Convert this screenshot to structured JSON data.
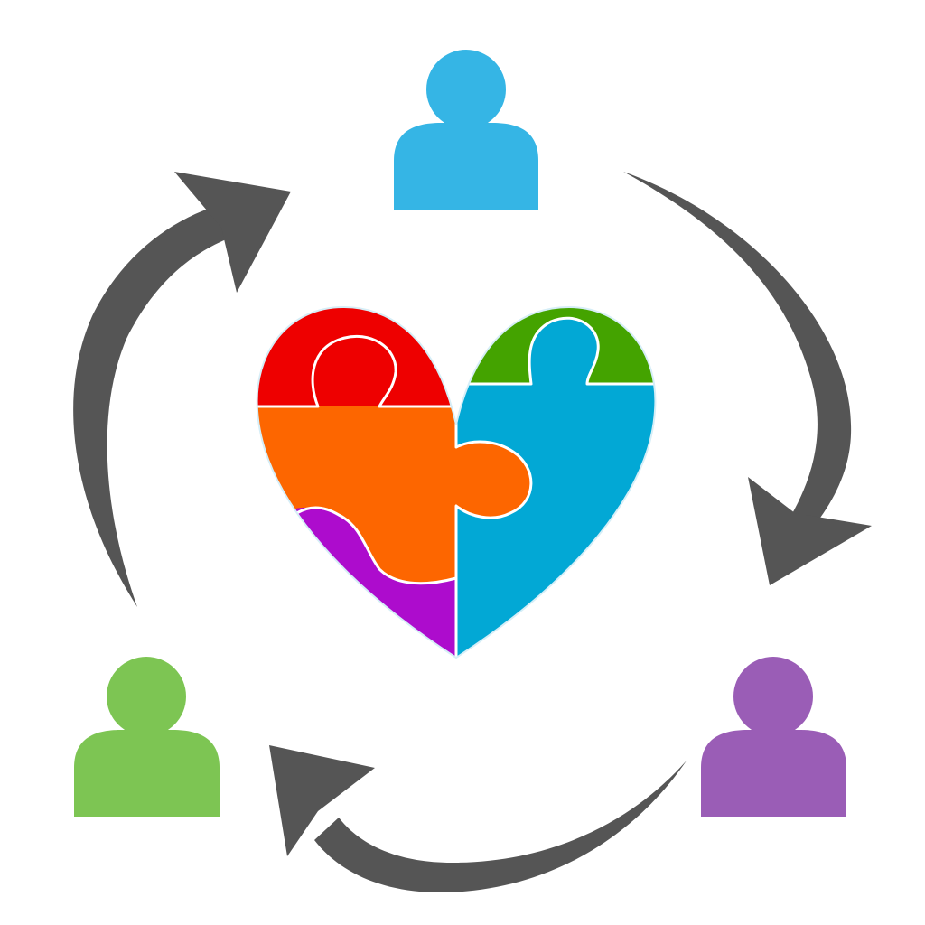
{
  "colors": {
    "background": "#ffffff",
    "arrow": "#555555",
    "seam": "#ffffff"
  },
  "people": [
    {
      "id": "top",
      "color": "#35b5e5",
      "icon": "person-icon"
    },
    {
      "id": "bottom-left",
      "color": "#7dc553",
      "icon": "person-icon"
    },
    {
      "id": "bottom-right",
      "color": "#9a5db6",
      "icon": "person-icon"
    }
  ],
  "heart": {
    "icon": "puzzle-heart-icon",
    "pieces": [
      {
        "id": "red",
        "color": "#ee0000"
      },
      {
        "id": "green",
        "color": "#44a300"
      },
      {
        "id": "orange",
        "color": "#fd6600"
      },
      {
        "id": "purple",
        "color": "#ad0ccd"
      },
      {
        "id": "blue",
        "color": "#02a8d5"
      }
    ]
  },
  "arrows": [
    {
      "id": "top-right",
      "direction": "clockwise"
    },
    {
      "id": "bottom",
      "direction": "clockwise"
    },
    {
      "id": "left",
      "direction": "clockwise"
    }
  ]
}
